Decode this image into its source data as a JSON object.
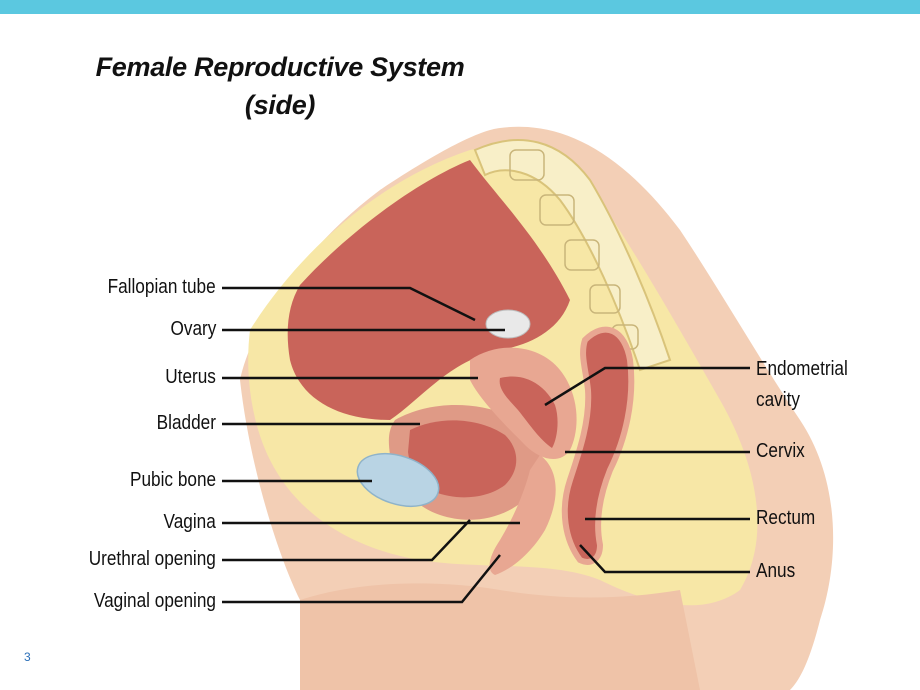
{
  "header": {
    "accent_color": "#5bc8e0"
  },
  "diagram": {
    "title_line1": "Female Reproductive System",
    "title_line2": "(side)",
    "labels_left": {
      "fallopian_tube": "Fallopian tube",
      "ovary": "Ovary",
      "uterus": "Uterus",
      "bladder": "Bladder",
      "pubic_bone": "Pubic bone",
      "vagina": "Vagina",
      "urethral_opening": "Urethral opening",
      "vaginal_opening": "Vaginal opening"
    },
    "labels_right": {
      "endometrial_line1": "Endometrial",
      "endometrial_line2": "cavity",
      "cervix": "Cervix",
      "rectum": "Rectum",
      "anus": "Anus"
    },
    "colors": {
      "skin": "#f3cfb6",
      "fat": "#f7e7a6",
      "muscle": "#df9a86",
      "deep_tissue": "#c9645a",
      "bone": "#f8efc8",
      "pubic_bone": "#b9d4e4"
    }
  },
  "footer": {
    "page_number": "3"
  }
}
